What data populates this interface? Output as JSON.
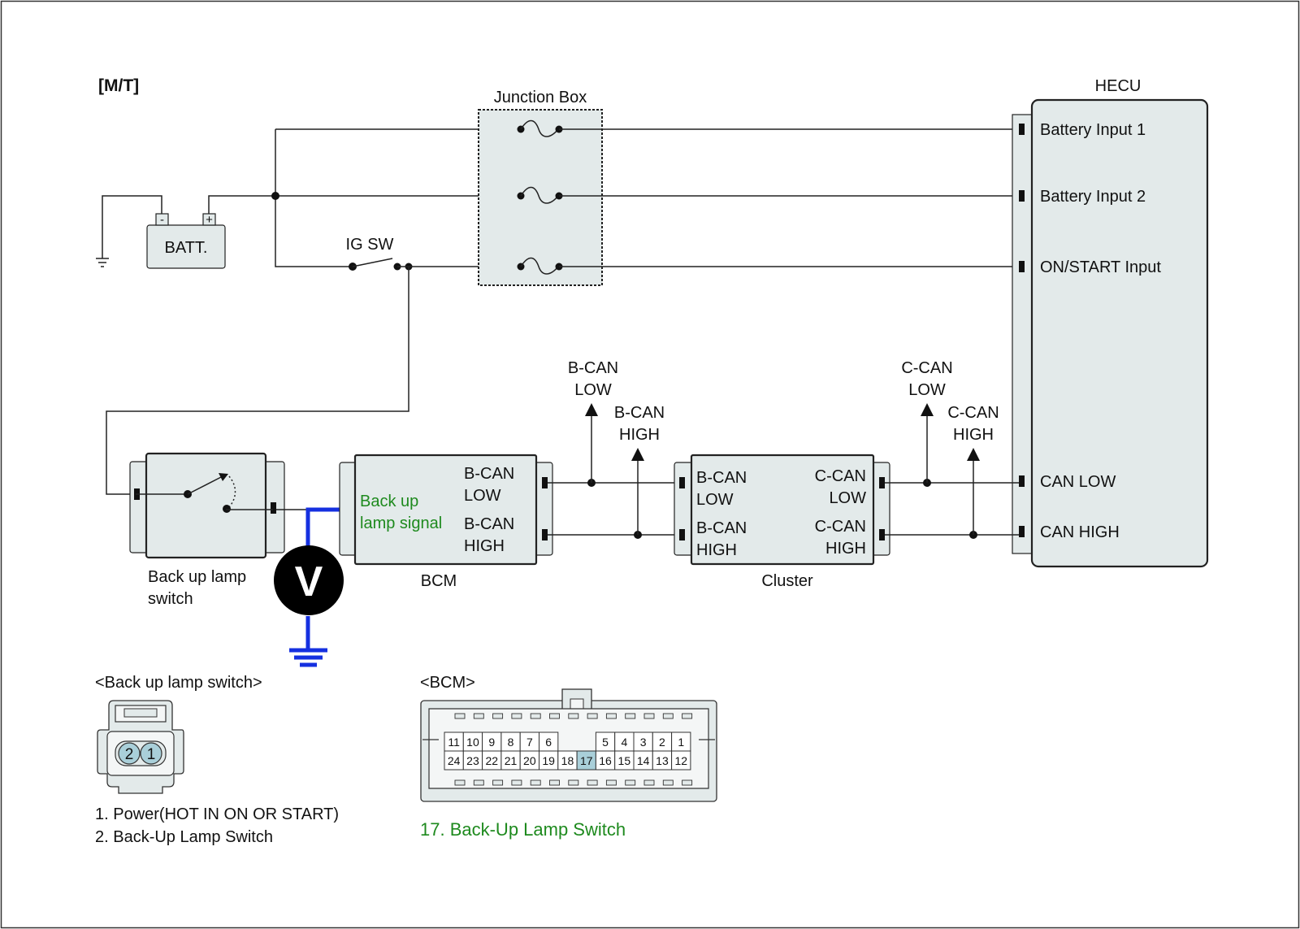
{
  "diagram": {
    "mode_label": "[M/T]",
    "junction_box": "Junction Box",
    "hecu": "HECU",
    "batt": "BATT.",
    "batt_neg": "-",
    "batt_pos": "+",
    "ig_sw": "IG SW",
    "hecu_pins": [
      "Battery Input 1",
      "Battery Input 2",
      "ON/START Input",
      "CAN LOW",
      "CAN HIGH"
    ],
    "bcm": {
      "name": "BCM",
      "signal_line1": "Back up",
      "signal_line2": "lamp signal",
      "can_low": [
        "B-CAN",
        "LOW"
      ],
      "can_high": [
        "B-CAN",
        "HIGH"
      ]
    },
    "cluster": {
      "name": "Cluster",
      "b_low": [
        "B-CAN",
        "LOW"
      ],
      "b_high": [
        "B-CAN",
        "HIGH"
      ],
      "c_low": [
        "C-CAN",
        "LOW"
      ],
      "c_high": [
        "C-CAN",
        "HIGH"
      ]
    },
    "bcan_low_arrow": [
      "B-CAN",
      "LOW"
    ],
    "bcan_high_arrow": [
      "B-CAN",
      "HIGH"
    ],
    "ccan_low_arrow": [
      "C-CAN",
      "LOW"
    ],
    "ccan_high_arrow": [
      "C-CAN",
      "HIGH"
    ],
    "switch": [
      "Back up lamp",
      "switch"
    ],
    "voltmeter": "V"
  },
  "connectors": {
    "switch_title": "<Back up lamp switch>",
    "switch_pins": [
      "2",
      "1"
    ],
    "switch_notes": [
      "1. Power(HOT IN ON OR START)",
      "2. Back-Up Lamp Switch"
    ],
    "bcm_title": "<BCM>",
    "bcm_top_row": [
      "11",
      "10",
      "9",
      "8",
      "7",
      "6",
      "",
      "",
      "5",
      "4",
      "3",
      "2",
      "1"
    ],
    "bcm_bottom_row": [
      "24",
      "23",
      "22",
      "21",
      "20",
      "19",
      "18",
      "17",
      "16",
      "15",
      "14",
      "13",
      "12"
    ],
    "bcm_highlight": "17",
    "bcm_note": "17. Back-Up Lamp Switch"
  },
  "colors": {
    "measure_wire": "#1530e0",
    "note_green": "#1e8a1e",
    "box_fill": "#e3eaea",
    "pin_highlight": "#a9cfd9"
  }
}
